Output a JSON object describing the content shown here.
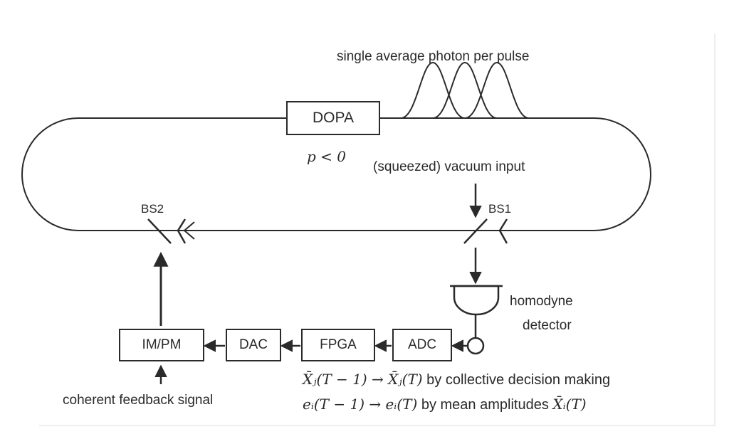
{
  "pulse_label": "single average photon per pulse",
  "dopa": {
    "label": "DOPA",
    "condition": "p < 0"
  },
  "vacuum_label": "(squeezed) vacuum input",
  "bs1_label": "BS1",
  "bs2_label": "BS2",
  "detector_label_line1": "homodyne",
  "detector_label_line2": "detector",
  "chain": {
    "adc": "ADC",
    "fpga": "FPGA",
    "dac": "DAC",
    "impm": "IM/PM"
  },
  "feedback_label": "coherent feedback signal",
  "equations": {
    "line1_math": "X̄ⱼ(T − 1) → X̄ⱼ(T)",
    "line1_text": "by collective decision making",
    "line2_math": "eᵢ(T − 1) → eᵢ(T)",
    "line2_text": "by mean amplitudes",
    "line2_tail": "X̄ᵢ(T)"
  }
}
